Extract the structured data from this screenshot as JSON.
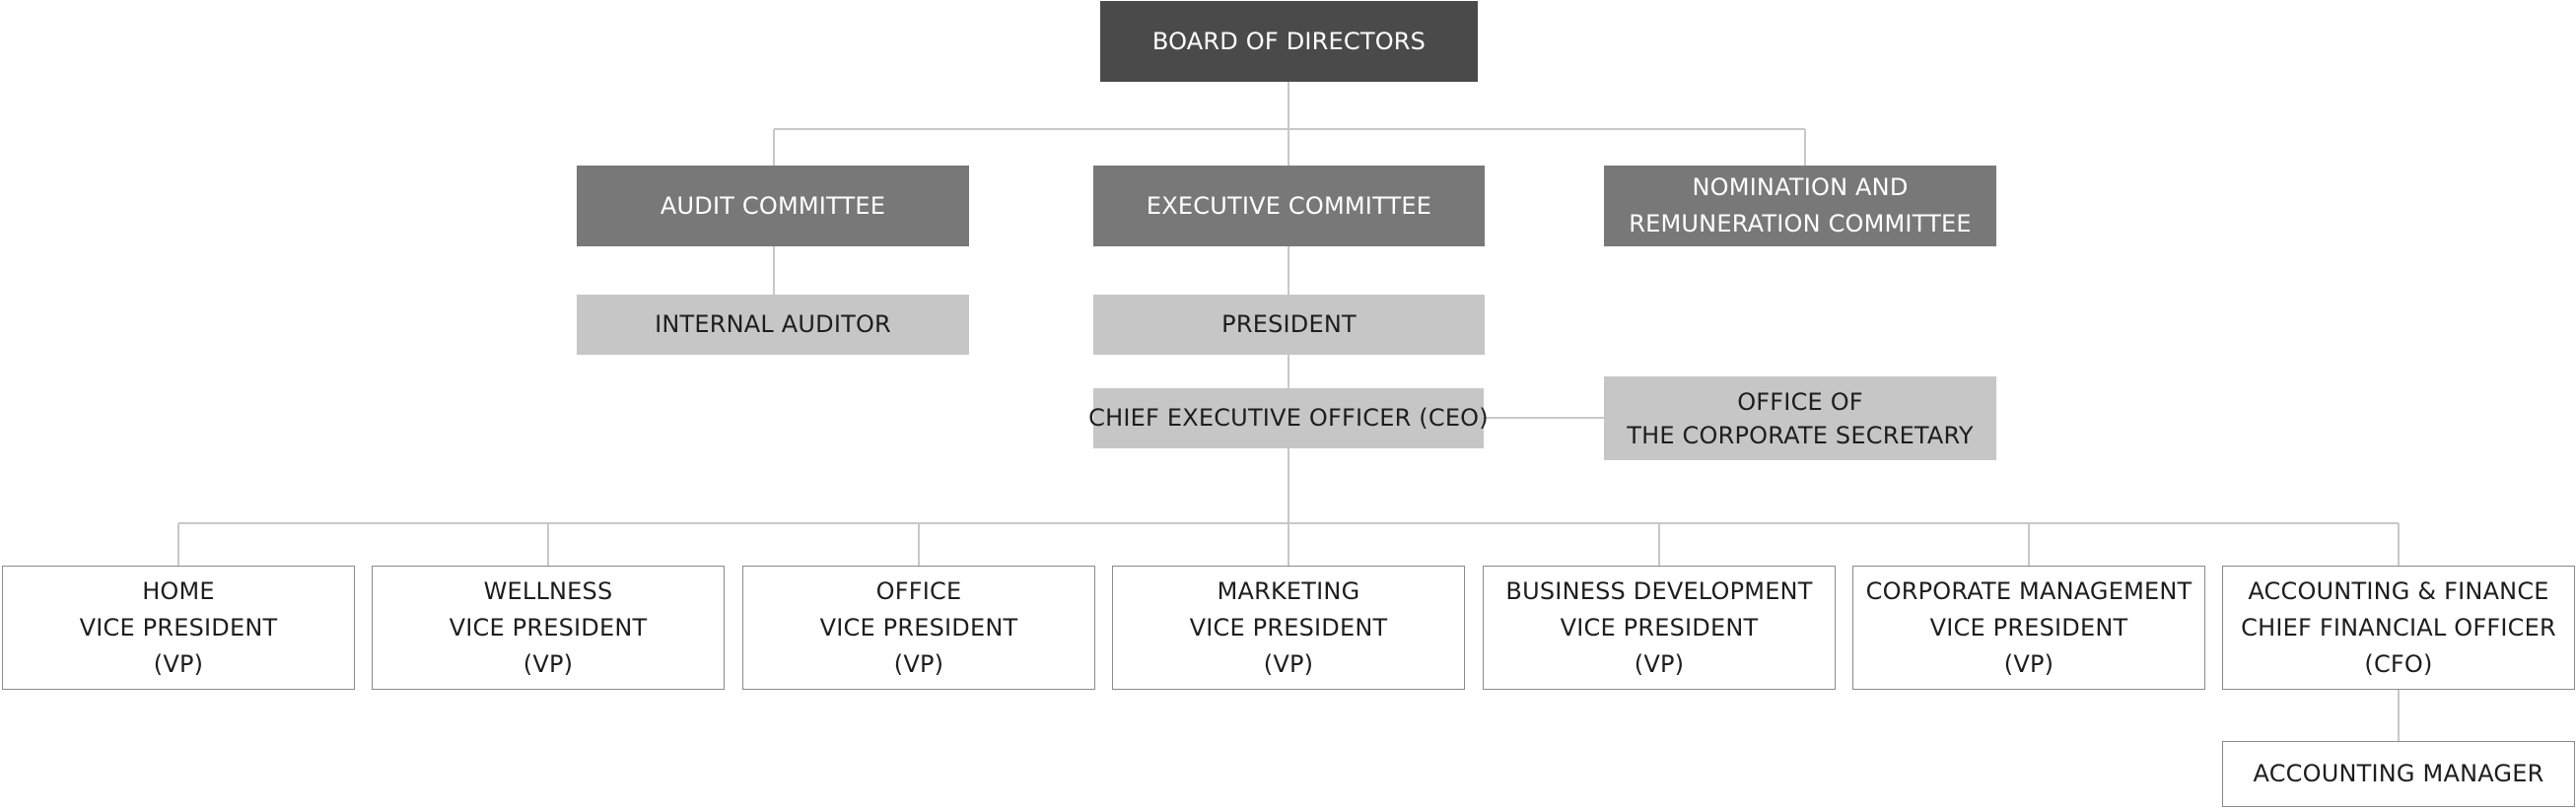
{
  "org_chart": {
    "board": {
      "lines": [
        "BOARD OF DIRECTORS"
      ]
    },
    "committees": {
      "audit": {
        "lines": [
          "AUDIT COMMITTEE"
        ]
      },
      "executive": {
        "lines": [
          "EXECUTIVE COMMITTEE"
        ]
      },
      "nomination": {
        "lines": [
          "NOMINATION AND",
          "REMUNERATION COMMITTEE"
        ]
      }
    },
    "internal_auditor": {
      "lines": [
        "INTERNAL AUDITOR"
      ]
    },
    "president": {
      "lines": [
        "PRESIDENT"
      ]
    },
    "ceo": {
      "lines": [
        "CHIEF EXECUTIVE OFFICER (CEO)"
      ]
    },
    "corporate_secretary": {
      "lines": [
        "OFFICE OF",
        "THE CORPORATE SECRETARY"
      ]
    },
    "divisions": [
      {
        "lines": [
          "HOME",
          "VICE PRESIDENT",
          "(VP)"
        ]
      },
      {
        "lines": [
          "WELLNESS",
          "VICE PRESIDENT",
          "(VP)"
        ]
      },
      {
        "lines": [
          "OFFICE",
          "VICE PRESIDENT",
          "(VP)"
        ]
      },
      {
        "lines": [
          "MARKETING",
          "VICE PRESIDENT",
          "(VP)"
        ]
      },
      {
        "lines": [
          "BUSINESS DEVELOPMENT",
          "VICE PRESIDENT",
          "(VP)"
        ]
      },
      {
        "lines": [
          "CORPORATE MANAGEMENT",
          "VICE PRESIDENT",
          "(VP)"
        ]
      },
      {
        "lines": [
          "ACCOUNTING & FINANCE",
          "CHIEF FINANCIAL OFFICER",
          "(CFO)"
        ]
      }
    ],
    "accounting_manager": {
      "lines": [
        "ACCOUNTING MANAGER"
      ]
    }
  },
  "colors": {
    "board_fill": "#4a4a4a",
    "committee_fill": "#787878",
    "officer_fill": "#c6c6c6",
    "division_border": "#8a8a8a",
    "connector": "#c8c8c8"
  }
}
